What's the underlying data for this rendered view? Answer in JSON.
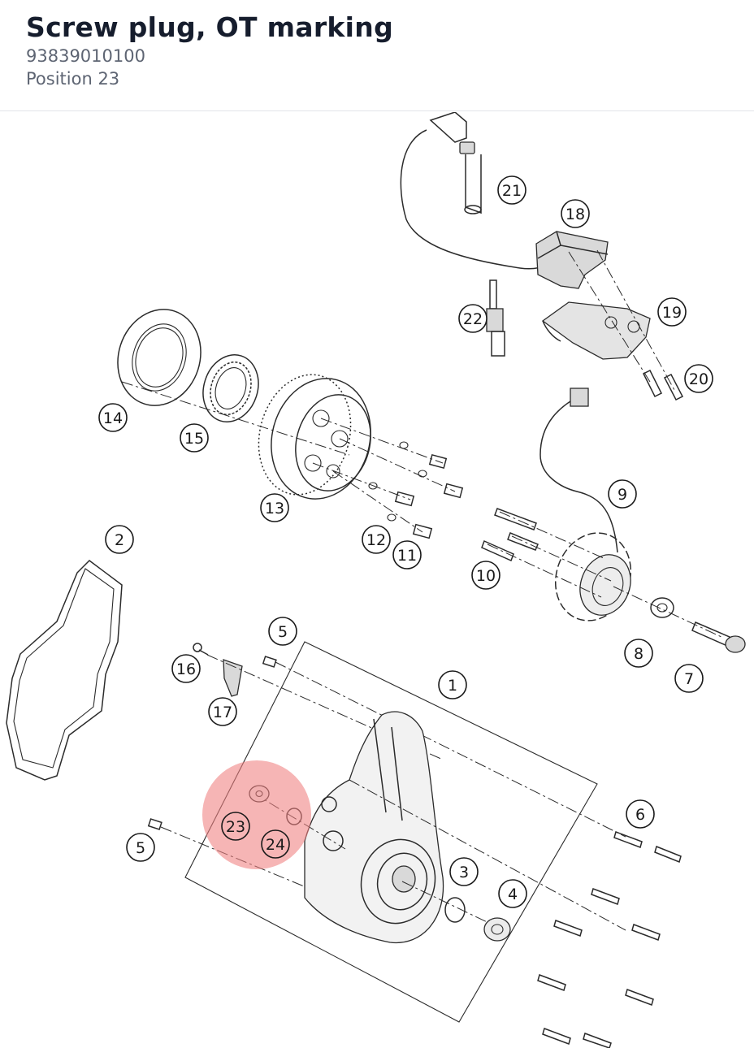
{
  "header": {
    "title": "Screw plug, OT marking",
    "part_number": "93839010100",
    "position": "Position 23"
  },
  "highlight": {
    "position_number": "23",
    "color": "#f08080"
  },
  "callouts": [
    "1",
    "2",
    "3",
    "4",
    "5",
    "5",
    "6",
    "7",
    "8",
    "9",
    "10",
    "11",
    "12",
    "13",
    "14",
    "15",
    "16",
    "17",
    "18",
    "19",
    "20",
    "21",
    "22",
    "23",
    "24"
  ]
}
